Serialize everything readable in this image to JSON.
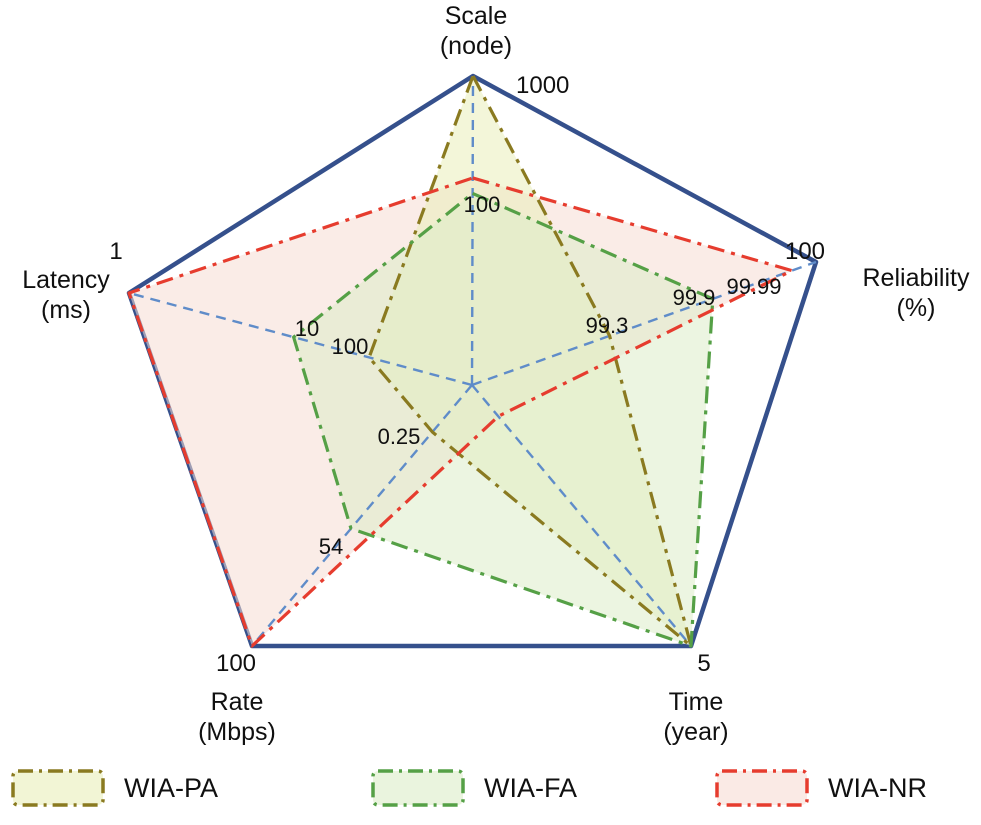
{
  "chart_data": {
    "type": "radar",
    "title": "",
    "axes": [
      "Scale (node)",
      "Reliability (%)",
      "Time (year)",
      "Rate (Mbps)",
      "Latency (ms)"
    ],
    "axis_max_labels": [
      "1000",
      "100",
      "5",
      "100",
      "1"
    ],
    "grid": {
      "outline_color": "#35508c",
      "spoke_color": "#5f8cc9",
      "spoke_style": "dashed"
    },
    "series": [
      {
        "name": "WIA-PA",
        "stroke": "#8a7a20",
        "fill": "#e9efb9",
        "values": {
          "scale_node": 1000,
          "reliability_pct": 99.3,
          "time_year": 5,
          "rate_mbps": 0.25,
          "latency_ms": 100
        },
        "radial_fractions": [
          1.0,
          0.4,
          1.0,
          0.18,
          0.3
        ]
      },
      {
        "name": "WIA-FA",
        "stroke": "#55a046",
        "fill": "#dcecc8",
        "values": {
          "scale_node": 100,
          "reliability_pct": 99.9,
          "time_year": 5,
          "rate_mbps": 54,
          "latency_ms": 10
        },
        "radial_fractions": [
          0.62,
          0.7,
          1.0,
          0.55,
          0.52
        ]
      },
      {
        "name": "WIA-NR",
        "stroke": "#e63c2e",
        "fill": "#f6dcd4",
        "values": {
          "scale_node": 100,
          "reliability_pct": 99.99,
          "time_year": null,
          "rate_mbps": 100,
          "latency_ms": 1
        },
        "radial_fractions": [
          0.67,
          0.93,
          0.12,
          1.0,
          1.0
        ]
      }
    ],
    "legend_position": "bottom"
  },
  "labels": {
    "scale_title": "Scale\n(node)",
    "scale_max": "1000",
    "reliability_title": "Reliability\n(%)",
    "reliability_max": "100",
    "time_title": "Time\n(year)",
    "time_max": "5",
    "rate_title": "Rate\n(Mbps)",
    "rate_max": "100",
    "latency_title": "Latency\n(ms)",
    "latency_max": "1",
    "ann_scale_100": "100",
    "ann_rel_99_99": "99.99",
    "ann_rel_99_9": "99.9",
    "ann_rel_99_3": "99.3",
    "ann_lat_100": "100",
    "ann_lat_10": "10",
    "ann_rate_0_25": "0.25",
    "ann_rate_54": "54"
  },
  "legend": {
    "items": [
      "WIA-PA",
      "WIA-FA",
      "WIA-NR"
    ]
  }
}
